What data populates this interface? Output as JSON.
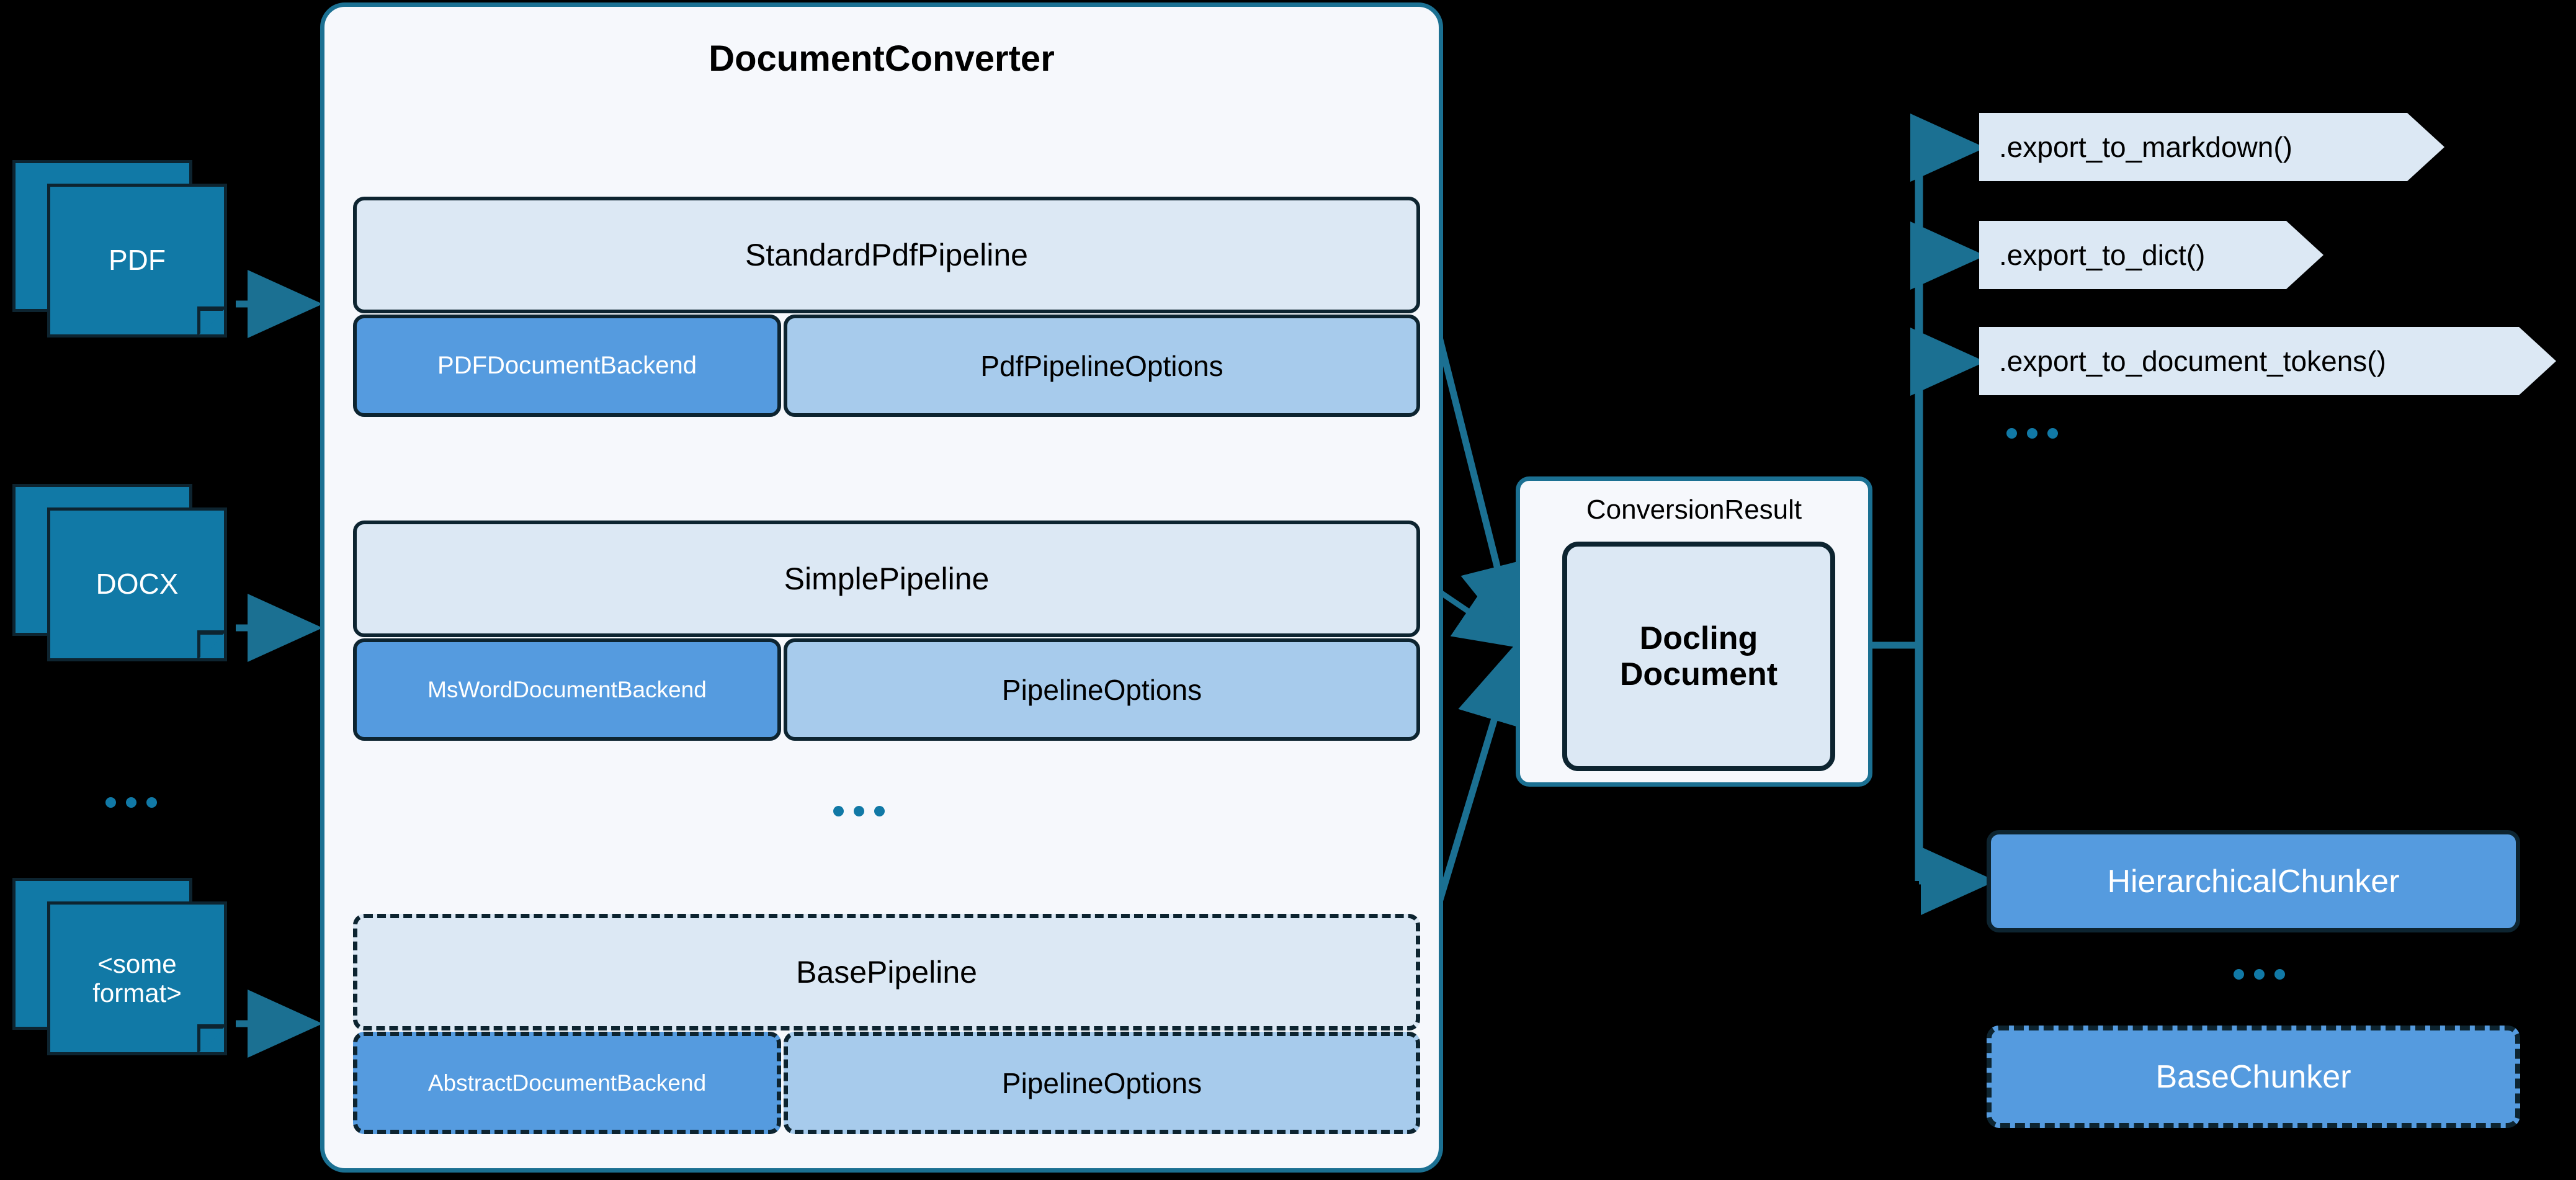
{
  "converter": {
    "title": "DocumentConverter",
    "ellipsis": "...",
    "pipelines": [
      {
        "name": "StandardPdfPipeline",
        "backend": "PDFDocumentBackend",
        "options": "PdfPipelineOptions",
        "style": "solid"
      },
      {
        "name": "SimplePipeline",
        "backend": "MsWordDocumentBackend",
        "options": "PipelineOptions",
        "style": "solid"
      },
      {
        "name": "BasePipeline",
        "backend": "AbstractDocumentBackend",
        "options": "PipelineOptions",
        "style": "dashed"
      }
    ]
  },
  "inputs": {
    "documents": [
      {
        "label": "PDF"
      },
      {
        "label": "DOCX"
      },
      {
        "label": "<some\nformat>"
      }
    ],
    "ellipsis": "..."
  },
  "result": {
    "label": "ConversionResult",
    "document": "Docling\nDocument"
  },
  "exports": {
    "methods": [
      {
        "label": ".export_to_markdown()"
      },
      {
        "label": ".export_to_dict()"
      },
      {
        "label": ".export_to_document_tokens()"
      }
    ],
    "ellipsis": "..."
  },
  "chunkers": {
    "items": [
      {
        "label": "HierarchicalChunker",
        "style": "solid"
      },
      {
        "label": "BaseChunker",
        "style": "dashed"
      }
    ],
    "ellipsis": "..."
  },
  "colors": {
    "background": "#000000",
    "accent_teal": "#1B7092",
    "doc_blue": "#1179A6",
    "pipeline_head": "#DCE8F4",
    "backend_blue": "#559BDF",
    "options_blue": "#A7CBEC",
    "outline_dark": "#0D2430",
    "panel_bg": "#F6F8FC"
  }
}
